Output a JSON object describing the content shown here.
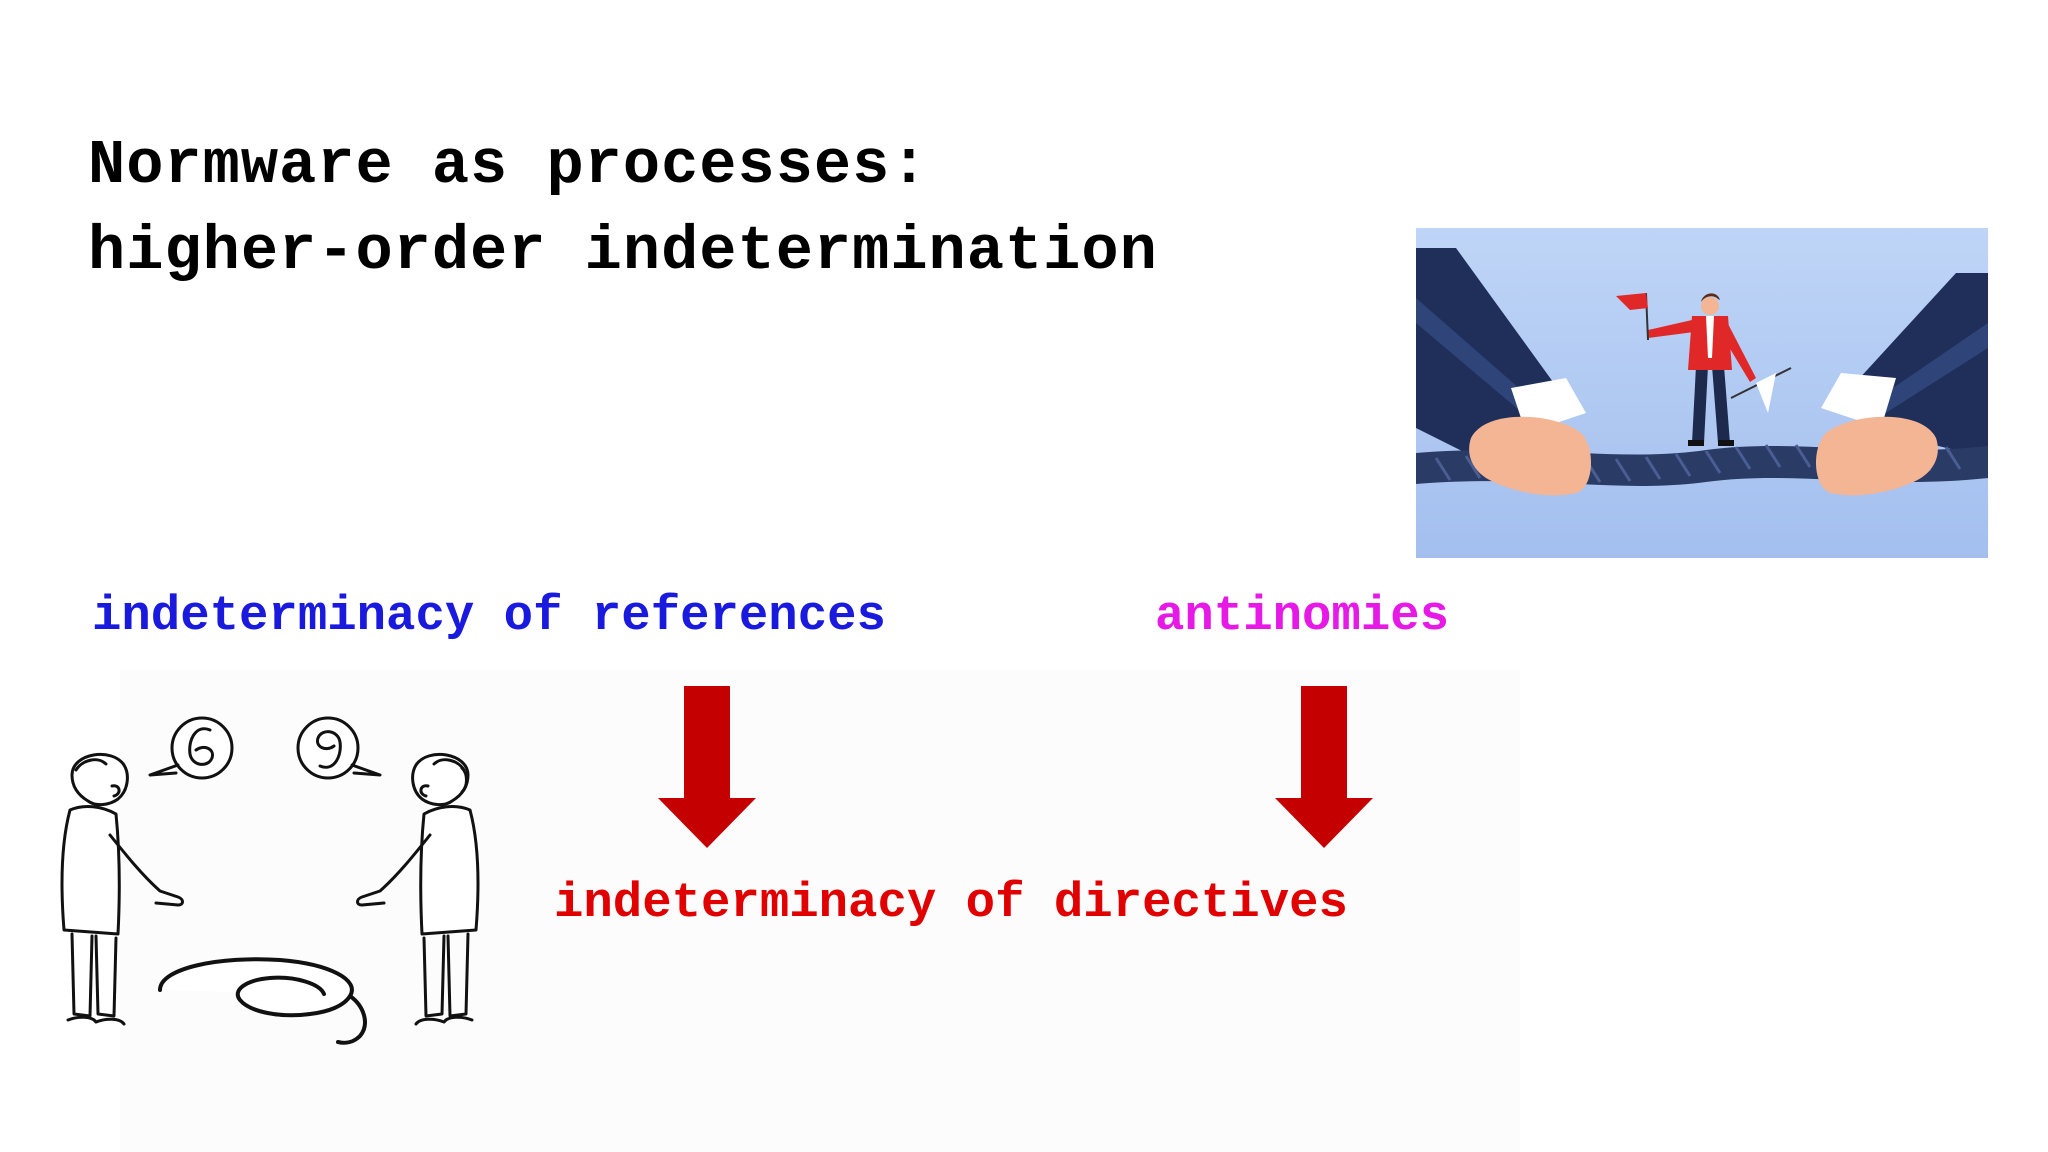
{
  "title": {
    "line1": "Normware as processes:",
    "line2": "higher-order indetermination"
  },
  "labels": {
    "references": "indeterminacy of references",
    "antinomies": "antinomies",
    "directives": "indeterminacy of directives"
  },
  "colors": {
    "title": "#000000",
    "references": "#1a1adf",
    "antinomies": "#e619e6",
    "directives": "#e00000",
    "arrow": "#c40000",
    "sky": "#a8c4f2"
  },
  "images": {
    "tug_of_war": "tug-of-war illustration: two hands pulling a rope with a man holding red and white flags standing on it",
    "six_or_nine": "cartoon: two men pointing at a numeral on the ground, one saying 6 and the other saying 9"
  }
}
